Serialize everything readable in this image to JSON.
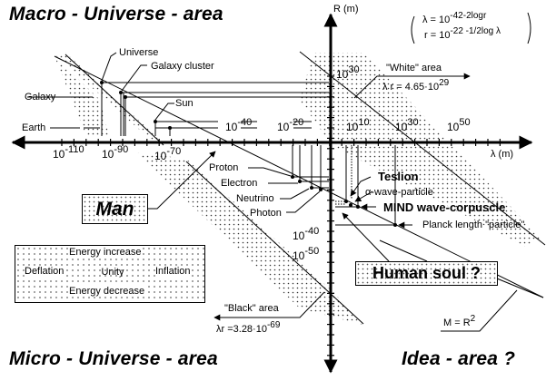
{
  "corners": {
    "top_left": "Macro - Universe - area",
    "bottom_left": "Micro - Universe - area",
    "bottom_right": "Idea - area ?"
  },
  "axes": {
    "y_label": "R (m)",
    "x_label": "λ (m)",
    "x_ticks_left": [
      {
        "base": "10",
        "exp": "-110"
      },
      {
        "base": "10",
        "exp": "-90"
      },
      {
        "base": "10",
        "exp": "-70"
      }
    ],
    "x_ticks_upper": [
      {
        "base": "10",
        "exp": "-40"
      },
      {
        "base": "10",
        "exp": "-20"
      }
    ],
    "x_ticks_right": [
      {
        "base": "10",
        "exp": "10"
      },
      {
        "base": "10",
        "exp": "30"
      },
      {
        "base": "10",
        "exp": "50"
      }
    ],
    "y_tick_top": {
      "base": "10",
      "exp": "30"
    },
    "y_ticks_lower": [
      {
        "base": "10",
        "exp": "-40"
      },
      {
        "base": "10",
        "exp": "-50"
      }
    ]
  },
  "equations": {
    "line1_prefix": "λ = 10",
    "line1_exp": "-42-2logr",
    "line2_prefix": "r = 10",
    "line2_exp": "-22 -1/2log λ"
  },
  "white_area": {
    "title": "\"White\" area",
    "formula_prefix": "λ r = 4.65·10",
    "formula_exp": "29"
  },
  "black_area": {
    "title": "\"Black\" area",
    "formula_prefix": "λr =3.28·10",
    "formula_exp": "-69"
  },
  "macro_objects": [
    "Universe",
    "Galaxy cluster",
    "Galaxy",
    "Sun",
    "Earth"
  ],
  "micro_objects": [
    "Proton",
    "Electron",
    "Neutrino",
    "Photon"
  ],
  "special": {
    "teslion": "Teslion",
    "alpha_wave": "α-wave-particle",
    "mind": "MIND wave-corpuscle",
    "planck": "Planck length \"particle\""
  },
  "man_label": "Man",
  "soul_label": "Human soul ?",
  "mass_relation": {
    "prefix": "M = R",
    "exp": "2"
  },
  "energy_box": {
    "top": "Energy increase",
    "bottom": "Energy decrease",
    "left": "Deflation",
    "right": "Inflation",
    "center": "Unity"
  }
}
